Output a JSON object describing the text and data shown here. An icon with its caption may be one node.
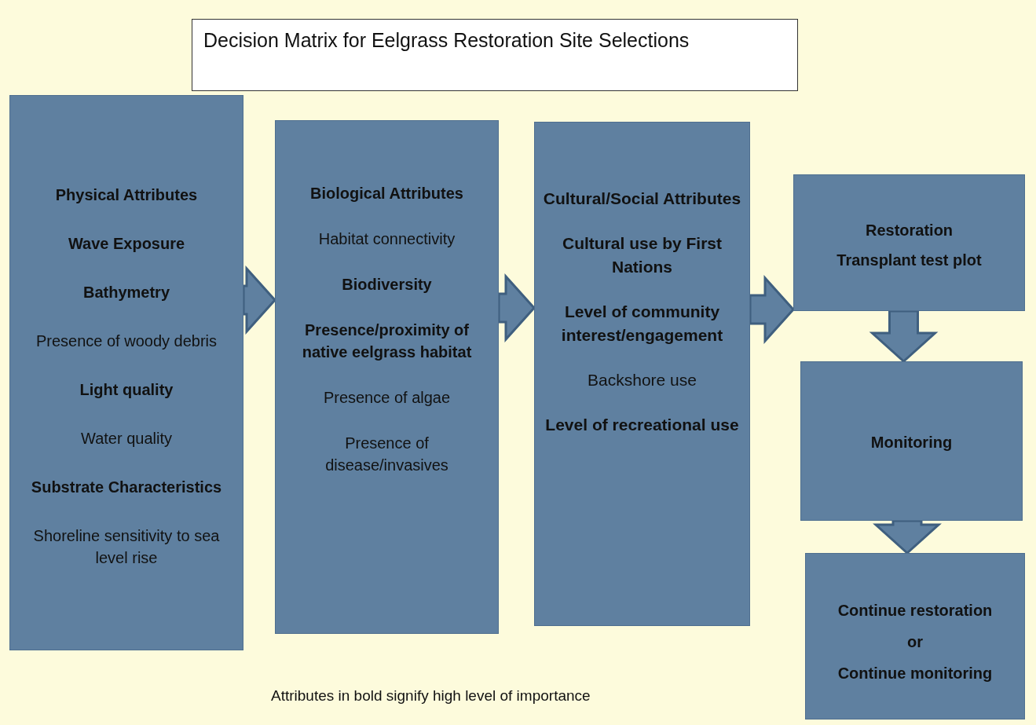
{
  "diagram": {
    "title": "Decision Matrix for Eelgrass Restoration Site Selections",
    "caption": "Attributes in bold signify high level of importance",
    "nodes": [
      {
        "text": [
          "**Physical Attributes**",
          "**Wave Exposure**",
          "**Bathymetry**",
          "Presence of woody debris",
          "**Light quality**",
          "Water quality",
          "**Substrate Characteristics**",
          "Shoreline sensitivity to sea level rise"
        ]
      },
      {
        "text": [
          "**Biological Attributes**",
          "Habitat connectivity",
          "**Biodiversity**",
          "**Presence/proximity of native eelgrass habitat**",
          "Presence of algae",
          "Presence of disease/invasives"
        ]
      },
      {
        "text": [
          "**Cultural/Social Attributes**",
          "**Cultural use by First Nations**",
          "**Level of community interest/engagement**",
          "Backshore use",
          "**Level of recreational use**"
        ]
      },
      {
        "text": [
          "**Restoration**",
          "**Transplant test plot**"
        ]
      },
      {
        "text": [
          "**Monitoring**"
        ]
      },
      {
        "text": [
          "**Continue restoration**",
          "**or**",
          "**Continue monitoring**"
        ]
      }
    ],
    "edges": [
      {
        "from": 0,
        "to": 1,
        "arrow": "to"
      },
      {
        "from": 1,
        "to": 2,
        "arrow": "to"
      },
      {
        "from": 2,
        "to": 3,
        "arrow": "to"
      },
      {
        "from": 3,
        "to": 4,
        "arrow": "to"
      },
      {
        "from": 4,
        "to": 5,
        "arrow": "to"
      }
    ]
  }
}
